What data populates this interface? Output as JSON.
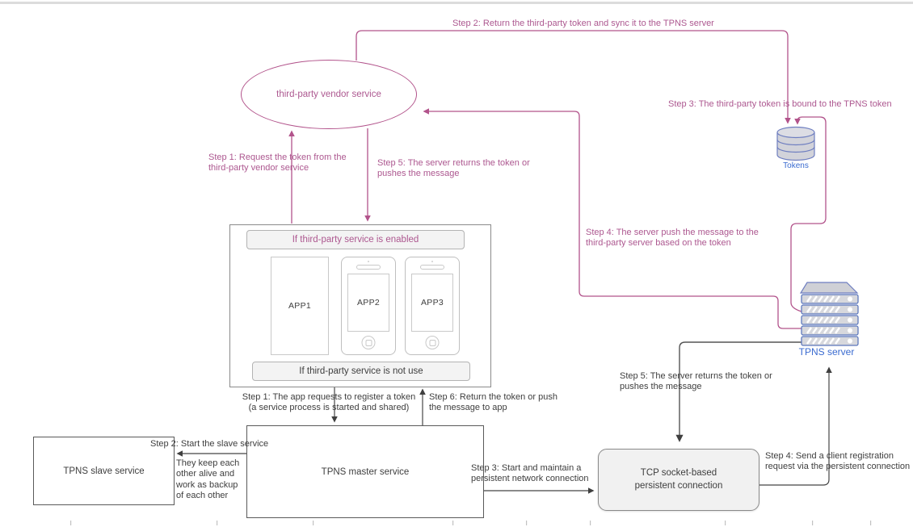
{
  "colors": {
    "pink_line": "#b2538b",
    "pink_text": "#ad5890",
    "blue_label": "#3a6bd0",
    "dark_text": "#3e3e3e"
  },
  "ellipse": {
    "label": "third-party vendor service"
  },
  "apps_box": {
    "enabled_bar": "If third-party service is enabled",
    "not_use_bar": "If third-party service is not use",
    "app1": "APP1",
    "app2": "APP2",
    "app3": "APP3"
  },
  "nodes": {
    "slave": "TPNS slave service",
    "master": "TPNS master service",
    "tcp_l1": "TCP socket-based",
    "tcp_l2": "persistent connection",
    "tokens": "Tokens",
    "server": "TPNS server"
  },
  "annotations": {
    "step2_top": "Step 2: Return the third-party token and sync it to the TPNS server",
    "step3_bound": "Step 3: The third-party token is bound to the TPNS token",
    "step1_request_l1": "Step 1: Request the token from the",
    "step1_request_l2": "third-party vendor service",
    "step5_pink_l1": "Step 5: The server returns the token or",
    "step5_pink_l2": "pushes the message",
    "step4_push_l1": "Step 4: The server push the message to the",
    "step4_push_l2": "third-party server based on the token",
    "step1_register_l1": "Step 1: The app requests to register a token",
    "step1_register_l2": "(a service process is started and shared)",
    "step6_return_l1": "Step 6: Return the token or push",
    "step6_return_l2": "the message to app",
    "step2_slave": "Step 2: Start the slave service",
    "keep_alive_l1": "They keep each",
    "keep_alive_l2": "other alive and",
    "keep_alive_l3": "work as backup",
    "keep_alive_l4": "of each other",
    "step3_start_l1": "Step 3: Start and maintain a",
    "step3_start_l2": "persistent network connection",
    "step5_black_l1": "Step 5: The server returns the token or",
    "step5_black_l2": "pushes the message",
    "step4_send_l1": "Step 4: Send a client registration",
    "step4_send_l2": "request via the persistent connection"
  }
}
